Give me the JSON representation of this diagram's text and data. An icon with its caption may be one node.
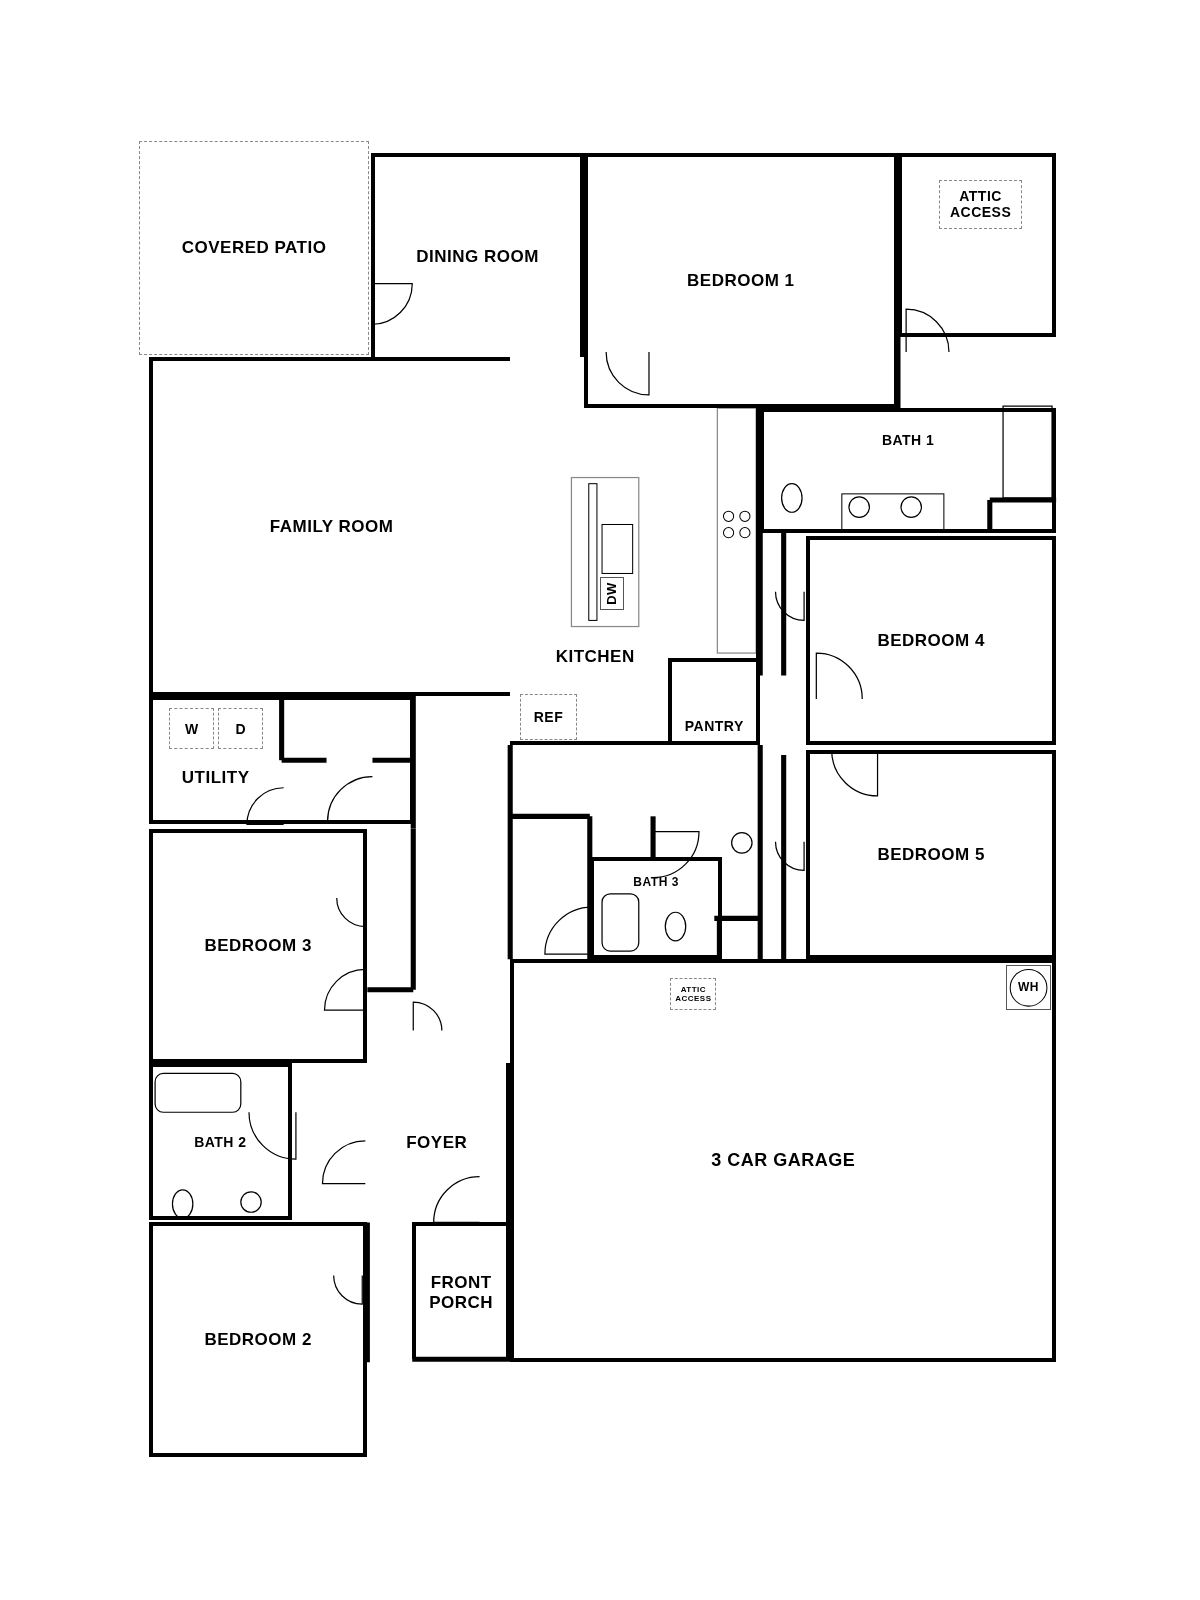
{
  "diagram": {
    "nodes": [
      {
        "text": [
          "COVERED PATIO"
        ]
      },
      {
        "text": [
          "DINING ROOM"
        ]
      },
      {
        "text": [
          "BEDROOM 1"
        ]
      },
      {
        "text": [],
        "shape": "box"
      },
      {
        "text": [
          "ATTIC ACCESS"
        ],
        "in": 3
      },
      {
        "text": [
          "BATH 1"
        ]
      },
      {
        "text": [
          "FAMILY ROOM"
        ]
      },
      {
        "text": [
          "KITCHEN"
        ]
      },
      {
        "text": [
          "DW"
        ],
        "in": 7
      },
      {
        "text": [
          "REF"
        ],
        "in": 7
      },
      {
        "text": [
          "PANTRY"
        ],
        "in": 7
      },
      {
        "text": [
          "UTILITY"
        ]
      },
      {
        "text": [
          "W"
        ],
        "in": 11
      },
      {
        "text": [
          "D"
        ],
        "in": 11
      },
      {
        "text": [
          "BEDROOM 3"
        ]
      },
      {
        "text": [
          "BATH 2"
        ]
      },
      {
        "text": [
          "FOYER"
        ]
      },
      {
        "text": [
          "BEDROOM 2"
        ]
      },
      {
        "text": [
          "FRONT PORCH"
        ]
      },
      {
        "text": [
          "BEDROOM 4"
        ]
      },
      {
        "text": [
          "BEDROOM 5"
        ]
      },
      {
        "text": [
          "BATH 3"
        ]
      },
      {
        "text": [
          "3 CAR GARAGE"
        ]
      },
      {
        "text": [
          "ATTIC ACCESS"
        ],
        "in": 22
      },
      {
        "text": [
          "WH"
        ],
        "in": 22
      }
    ],
    "edges": []
  }
}
